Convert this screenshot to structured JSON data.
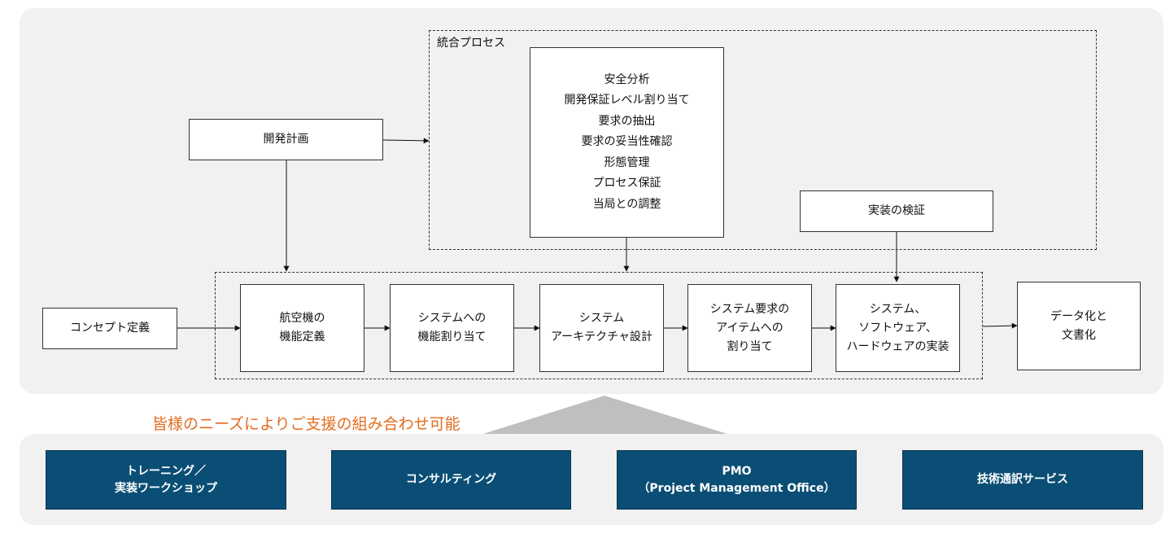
{
  "integrated_process": {
    "title": "統合プロセス",
    "items": "安全分析\n開発保証レベル割り当て\n要求の抽出\n要求の妥当性確認\n形態管理\nプロセス保証\n当局との調整"
  },
  "dev_plan": "開発計画",
  "impl_verification": "実装の検証",
  "concept": "コンセプト定義",
  "steps": [
    "航空機の\n機能定義",
    "システムへの\n機能割り当て",
    "システム\nアーキテクチャ設計",
    "システム要求の\nアイテムへの\n割り当て",
    "システム、\nソフトウェア、\nハードウェアの実装"
  ],
  "documentation": "データ化と\n文書化",
  "headline": "皆様のニーズによりご支援の組み合わせ可能",
  "services": [
    "トレーニング／\n実装ワークショップ",
    "コンサルティング",
    "PMO\n（Project Management Office）",
    "技術通訳サービス"
  ],
  "colors": {
    "accent": "#e36c1e",
    "service": "#0b4e75",
    "panel": "#f1f1f1",
    "pointer": "#bfbfbf"
  }
}
